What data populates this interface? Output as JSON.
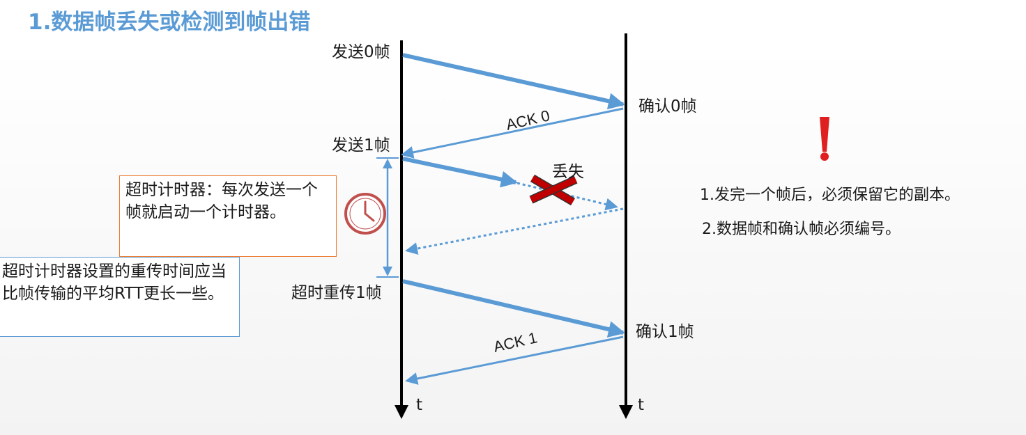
{
  "title": "1.数据帧丢失或检测到帧出错",
  "labels": {
    "send0": "发送0帧",
    "ack_recv0": "确认0帧",
    "ack0": "ACK 0",
    "send1": "发送1帧",
    "lost": "丢失",
    "retransmit1": "超时重传1帧",
    "ack_recv1": "确认1帧",
    "ack1": "ACK 1",
    "t_left": "t",
    "t_right": "t"
  },
  "timer_box": "超时计时器：每次发送一个帧就启动一个计时器。",
  "rtt_box": "超时计时器设置的重传时间应当比帧传输的平均RTT更长一些。",
  "notes": [
    "1.发完一个帧后，必须保留它的副本。",
    "2.数据帧和确认帧必须编号。"
  ],
  "colors": {
    "accent": "#5b9bd5",
    "warning": "#e02020",
    "lost_cross": "#c00000",
    "timer_box_border": "#ed7d31",
    "clock": "#c0504d"
  },
  "icons": [
    "exclamation-icon",
    "clock-icon",
    "lost-cross-icon"
  ]
}
